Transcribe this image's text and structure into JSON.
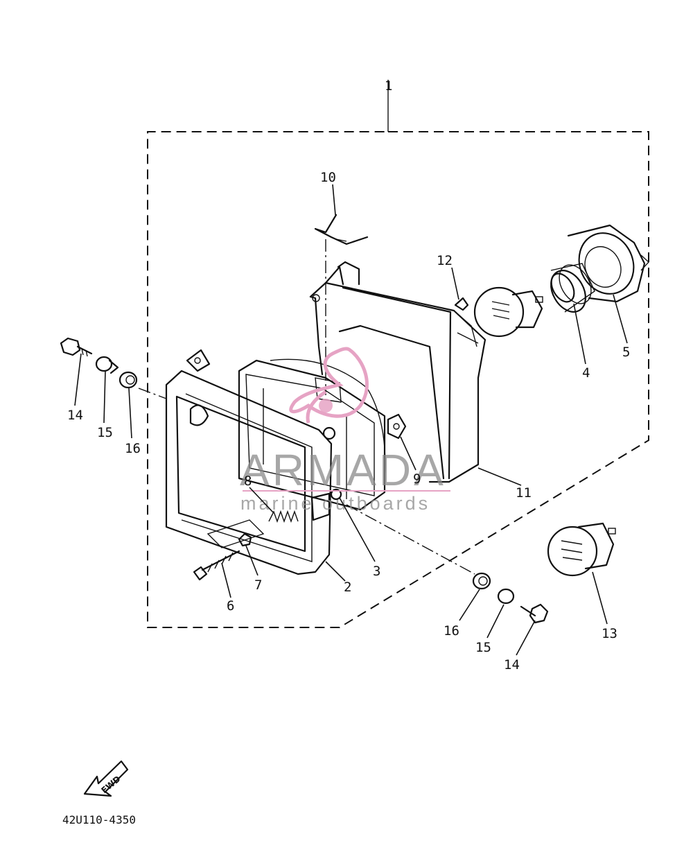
{
  "diagram": {
    "drawing_code": "42U110-4350",
    "fwd_label": "FWD",
    "watermark": {
      "brand": "ARMADA",
      "tagline": "marine outboards",
      "brand_color": "#e6a3c4"
    },
    "callouts": {
      "c1": "1",
      "c2": "2",
      "c3": "3",
      "c4": "4",
      "c5": "5",
      "c6": "6",
      "c7": "7",
      "c8": "8",
      "c9": "9",
      "c10": "10",
      "c11": "11",
      "c12": "12",
      "c13": "13",
      "c14a": "14",
      "c15a": "15",
      "c16a": "16",
      "c14b": "14",
      "c15b": "15",
      "c16b": "16"
    }
  }
}
